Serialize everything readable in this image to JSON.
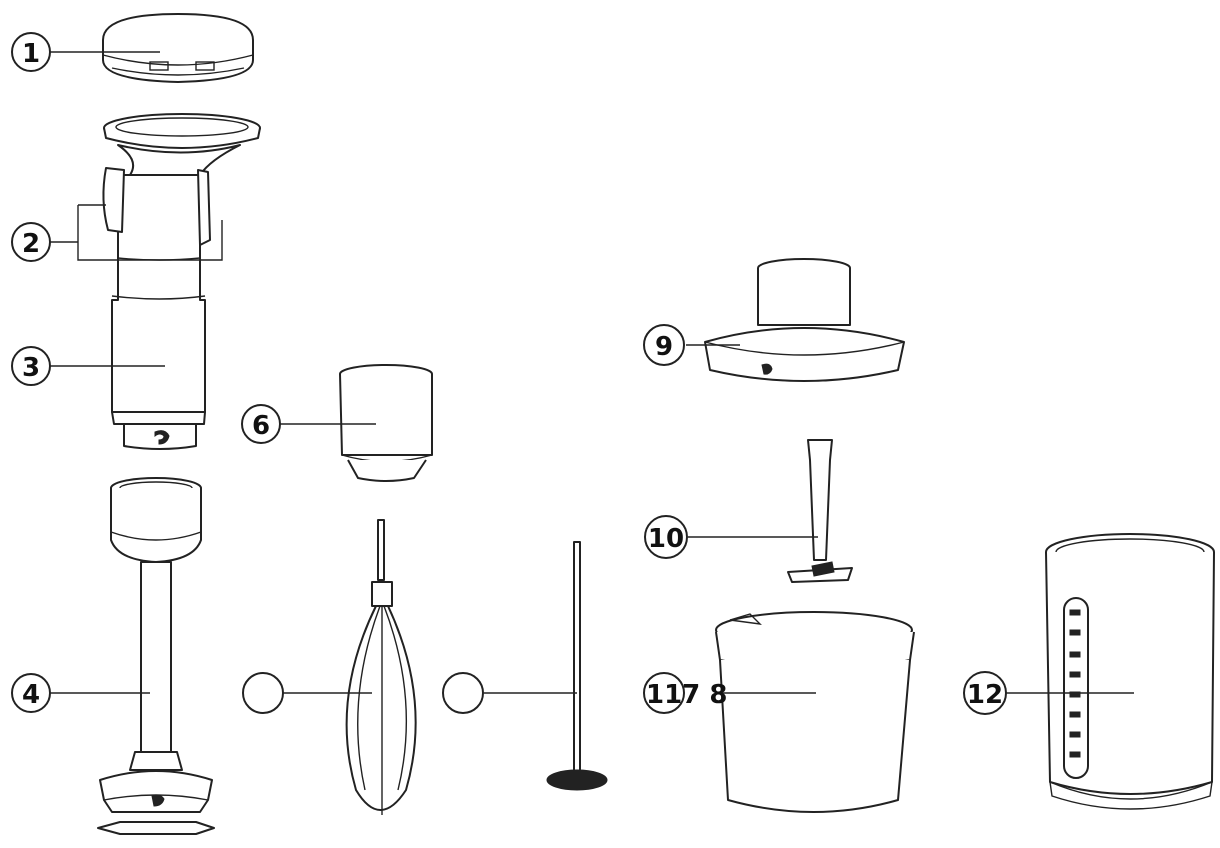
{
  "callouts": {
    "c1": "1",
    "c2": "2",
    "c3": "3",
    "c4": "4",
    "c5": "",
    "c6": "6",
    "c7": "",
    "c8": "117 8",
    "c9": "9",
    "c10": "10",
    "c12": "12"
  }
}
